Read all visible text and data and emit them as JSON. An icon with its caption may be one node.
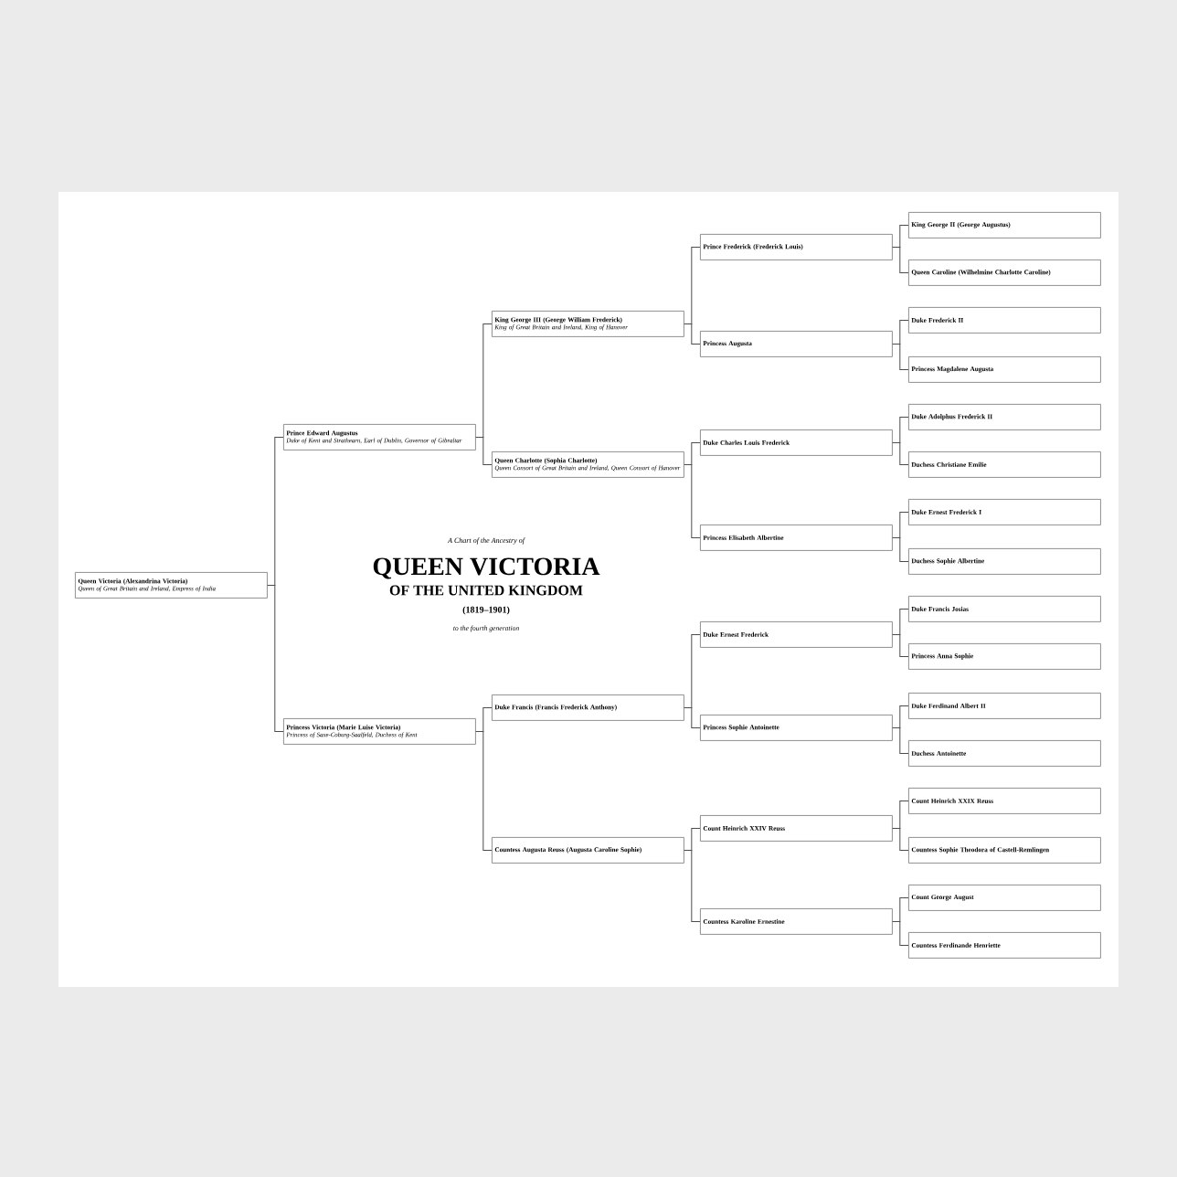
{
  "diagram": {
    "nodes": [
      {
        "text": [
          "Queen Victoria (Alexandrina Victoria)",
          "Queen of Great Britain and Ireland, Empress of India"
        ]
      },
      {
        "text": [
          "Prince Edward Augustus",
          "Duke of Kent and Strathearn, Earl of Dublin, Governor of Gibraltar"
        ]
      },
      {
        "text": [
          "Princess Victoria (Marie Luise Victoria)",
          "Princess of Saxe-Coburg-Saalfeld, Duchess of Kent"
        ]
      },
      {
        "text": [
          "King George III (George William Frederick)",
          "King of Great Britain and Ireland, King of Hanover"
        ]
      },
      {
        "text": [
          "Queen Charlotte (Sophia Charlotte)",
          "Queen Consort of Great Britain and Ireland, Queen Consort of Hanover"
        ]
      },
      {
        "text": [
          "Duke Francis (Francis Frederick Anthony)"
        ]
      },
      {
        "text": [
          "Countess Augusta Reuss (Augusta Caroline Sophie)"
        ]
      },
      {
        "text": [
          "Prince Frederick (Frederick Louis)"
        ]
      },
      {
        "text": [
          "Princess Augusta"
        ]
      },
      {
        "text": [
          "Duke Charles Louis Frederick"
        ]
      },
      {
        "text": [
          "Princess Elisabeth Albertine"
        ]
      },
      {
        "text": [
          "Duke Ernest Frederick"
        ]
      },
      {
        "text": [
          "Princess Sophie Antoinette"
        ]
      },
      {
        "text": [
          "Count Heinrich XXIV Reuss"
        ]
      },
      {
        "text": [
          "Countess Karoline Ernestine"
        ]
      },
      {
        "text": [
          "King George II (George Augustus)"
        ]
      },
      {
        "text": [
          "Queen Caroline (Wilhelmine Charlotte Caroline)"
        ]
      },
      {
        "text": [
          "Duke Frederick II"
        ]
      },
      {
        "text": [
          "Princess Magdalene Augusta"
        ]
      },
      {
        "text": [
          "Duke Adolphus Frederick II"
        ]
      },
      {
        "text": [
          "Duchess Christiane Emilie"
        ]
      },
      {
        "text": [
          "Duke Ernest Frederick I"
        ]
      },
      {
        "text": [
          "Duchess Sophie Albertine"
        ]
      },
      {
        "text": [
          "Duke Francis Josias"
        ]
      },
      {
        "text": [
          "Princess Anna Sophie"
        ]
      },
      {
        "text": [
          "Duke Ferdinand Albert II"
        ]
      },
      {
        "text": [
          "Duchess Antoinette"
        ]
      },
      {
        "text": [
          "Count Heinrich XXIX Reuss"
        ]
      },
      {
        "text": [
          "Countess Sophie Theodora of Castell-Remlingen"
        ]
      },
      {
        "text": [
          "Count George August"
        ]
      },
      {
        "text": [
          "Countess Ferdinande Henriette"
        ]
      }
    ],
    "edges": [
      {
        "from": 0,
        "to": 1,
        "arrow": "none"
      },
      {
        "from": 0,
        "to": 2,
        "arrow": "none"
      },
      {
        "from": 1,
        "to": 3,
        "arrow": "none"
      },
      {
        "from": 1,
        "to": 4,
        "arrow": "none"
      },
      {
        "from": 2,
        "to": 5,
        "arrow": "none"
      },
      {
        "from": 2,
        "to": 6,
        "arrow": "none"
      },
      {
        "from": 3,
        "to": 7,
        "arrow": "none"
      },
      {
        "from": 3,
        "to": 8,
        "arrow": "none"
      },
      {
        "from": 4,
        "to": 9,
        "arrow": "none"
      },
      {
        "from": 4,
        "to": 10,
        "arrow": "none"
      },
      {
        "from": 5,
        "to": 11,
        "arrow": "none"
      },
      {
        "from": 5,
        "to": 12,
        "arrow": "none"
      },
      {
        "from": 6,
        "to": 13,
        "arrow": "none"
      },
      {
        "from": 6,
        "to": 14,
        "arrow": "none"
      },
      {
        "from": 7,
        "to": 15,
        "arrow": "none"
      },
      {
        "from": 7,
        "to": 16,
        "arrow": "none"
      },
      {
        "from": 8,
        "to": 17,
        "arrow": "none"
      },
      {
        "from": 8,
        "to": 18,
        "arrow": "none"
      },
      {
        "from": 9,
        "to": 19,
        "arrow": "none"
      },
      {
        "from": 9,
        "to": 20,
        "arrow": "none"
      },
      {
        "from": 10,
        "to": 21,
        "arrow": "none"
      },
      {
        "from": 10,
        "to": 22,
        "arrow": "none"
      },
      {
        "from": 11,
        "to": 23,
        "arrow": "none"
      },
      {
        "from": 11,
        "to": 24,
        "arrow": "none"
      },
      {
        "from": 12,
        "to": 25,
        "arrow": "none"
      },
      {
        "from": 12,
        "to": 26,
        "arrow": "none"
      },
      {
        "from": 13,
        "to": 27,
        "arrow": "none"
      },
      {
        "from": 13,
        "to": 28,
        "arrow": "none"
      },
      {
        "from": 14,
        "to": 29,
        "arrow": "none"
      },
      {
        "from": 14,
        "to": 30,
        "arrow": "none"
      }
    ],
    "labels": [
      "A Chart of the Ancestry of",
      "QUEEN VICTORIA",
      "OF THE UNITED KINGDOM",
      "(1819–1901)",
      "to the fourth generation"
    ]
  }
}
